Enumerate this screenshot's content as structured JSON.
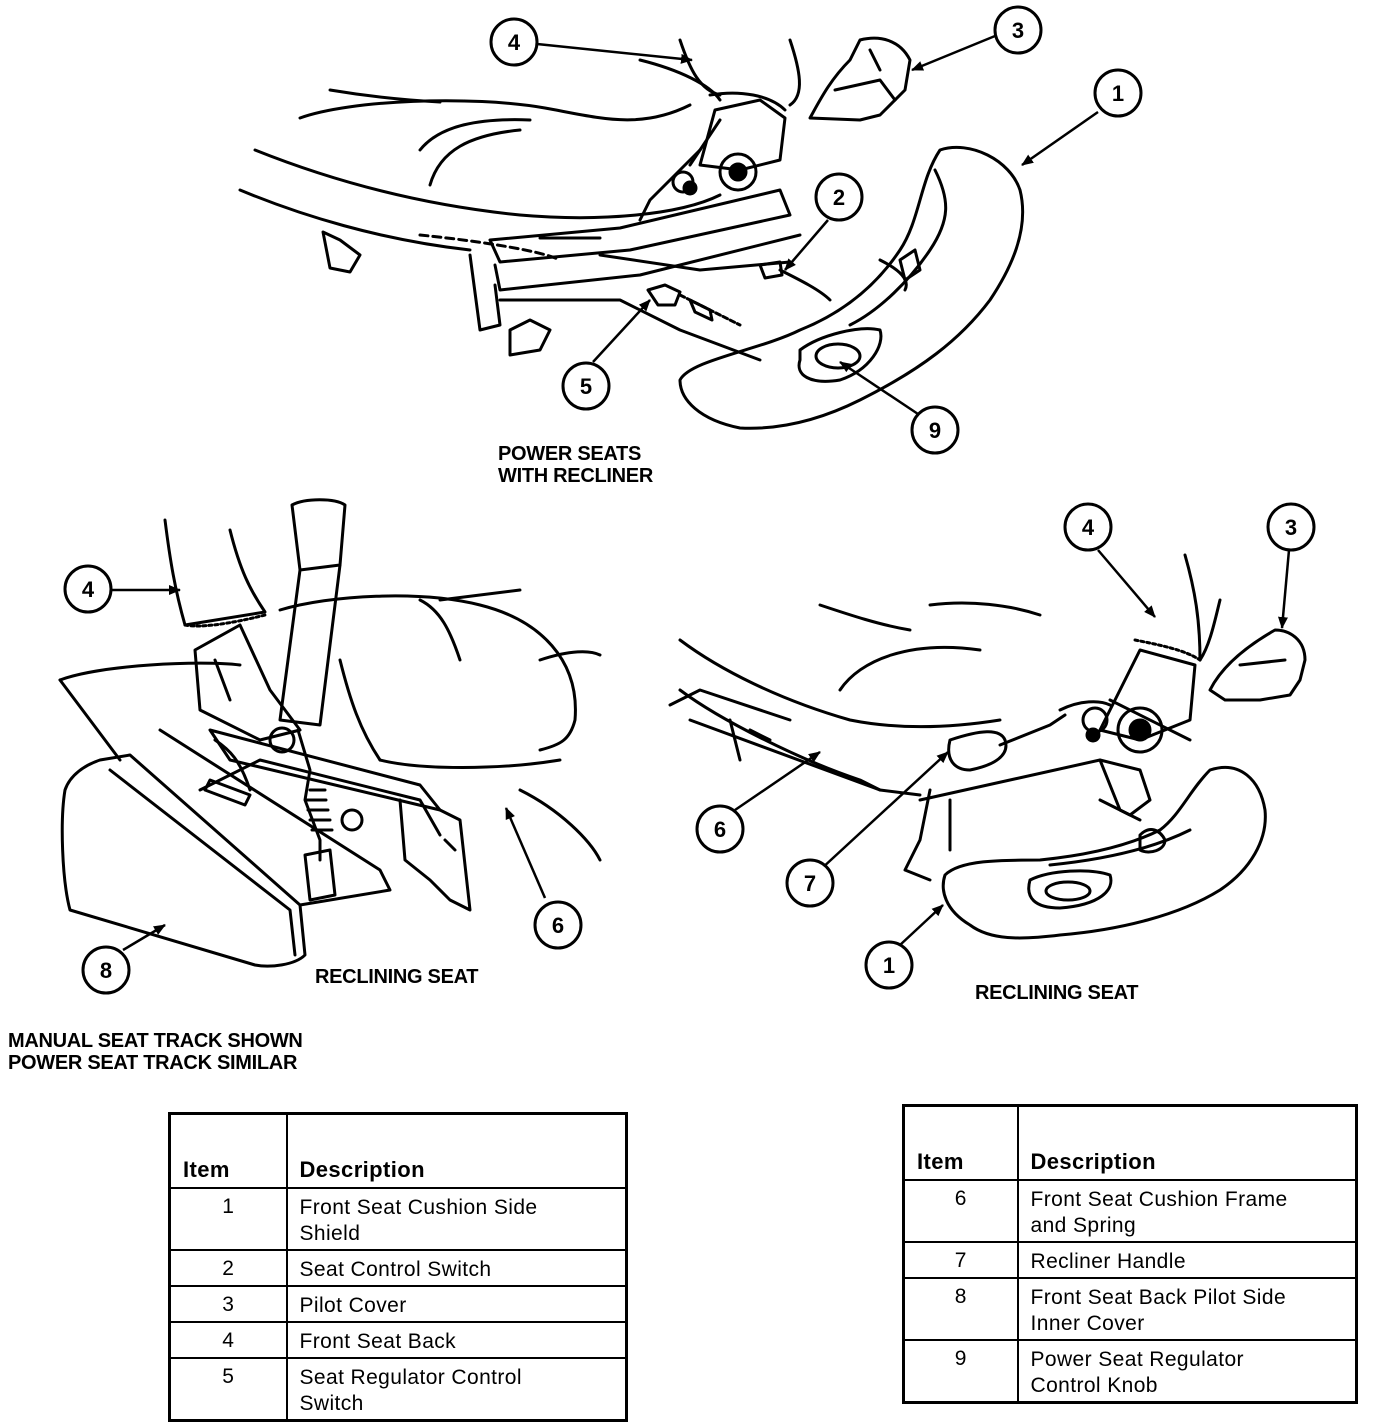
{
  "captions": {
    "power_seats": "POWER SEATS\nWITH RECLINER",
    "reclining_left": "RECLINING SEAT",
    "reclining_right": "RECLINING SEAT",
    "track_note": "MANUAL SEAT TRACK SHOWN\nPOWER SEAT TRACK SIMILAR"
  },
  "callouts": {
    "top": [
      "4",
      "3",
      "1",
      "2",
      "5",
      "9"
    ],
    "left": [
      "4",
      "8",
      "6"
    ],
    "right": [
      "4",
      "3",
      "6",
      "7",
      "1"
    ]
  },
  "table_left": {
    "header_item": "Item",
    "header_desc": "Description",
    "rows": [
      {
        "item": "1",
        "desc": "Front Seat Cushion Side\nShield"
      },
      {
        "item": "2",
        "desc": "Seat Control Switch"
      },
      {
        "item": "3",
        "desc": "Pilot Cover"
      },
      {
        "item": "4",
        "desc": "Front Seat Back"
      },
      {
        "item": "5",
        "desc": "Seat Regulator Control\nSwitch"
      }
    ]
  },
  "table_right": {
    "header_item": "Item",
    "header_desc": "Description",
    "rows": [
      {
        "item": "6",
        "desc": "Front Seat Cushion Frame\nand Spring"
      },
      {
        "item": "7",
        "desc": "Recliner Handle"
      },
      {
        "item": "8",
        "desc": "Front Seat Back Pilot Side\nInner Cover"
      },
      {
        "item": "9",
        "desc": "Power Seat Regulator\nControl Knob"
      }
    ]
  }
}
